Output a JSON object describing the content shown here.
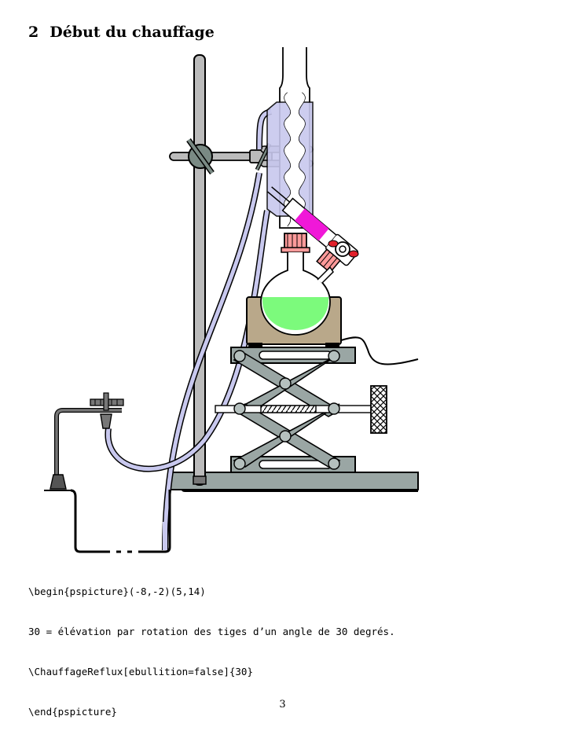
{
  "section": {
    "number": "2",
    "title": "Début du chauffage"
  },
  "code_lines": [
    "\\begin{pspicture}(-8,-2)(5,14)",
    "30 = élévation par rotation des tiges d’un angle de 30 degrés.",
    "\\ChauffageReflux[ebullition=false]{30}",
    "\\end{pspicture}"
  ],
  "page_number": "3",
  "colors": {
    "rod": "#bbbbbb",
    "clamp": "#7a8a84",
    "glass": "#c8c8ee",
    "liquid": "#7cfa7c",
    "funnel_liquid": "#f018d8",
    "joint": "#ff9a9a",
    "heater": "#b9a88a",
    "jack": "#9aa6a4"
  }
}
